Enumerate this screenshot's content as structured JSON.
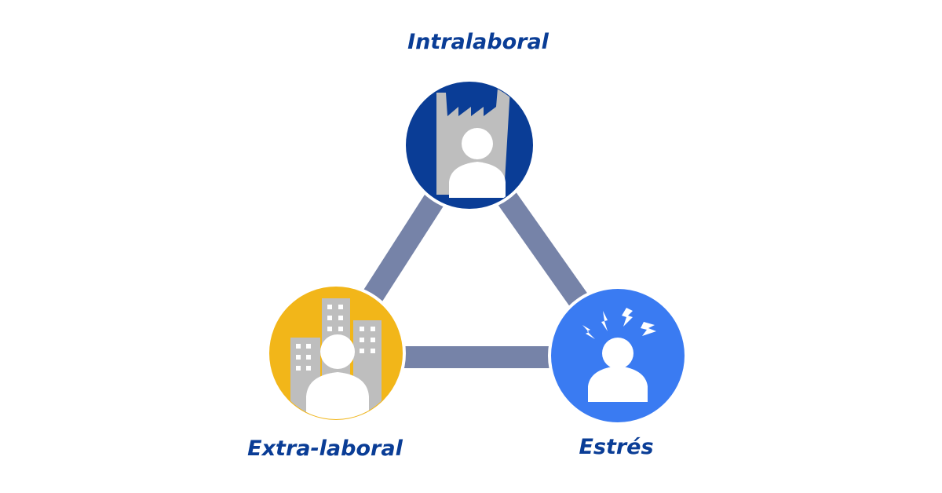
{
  "nodes": {
    "intralaboral": {
      "label": "Intralaboral",
      "icon": "factory-worker-icon",
      "color": "#0A3D96"
    },
    "extralaboral": {
      "label": "Extra-laboral",
      "icon": "city-person-icon",
      "color": "#F2B619"
    },
    "estres": {
      "label": "Estrés",
      "icon": "stressed-person-icon",
      "color": "#3A7BF2"
    }
  },
  "colors": {
    "label_text": "#0A3D96",
    "connector": "#7683A8",
    "icon_fill": "#BEBEBE",
    "person_fill": "#FFFFFF"
  }
}
